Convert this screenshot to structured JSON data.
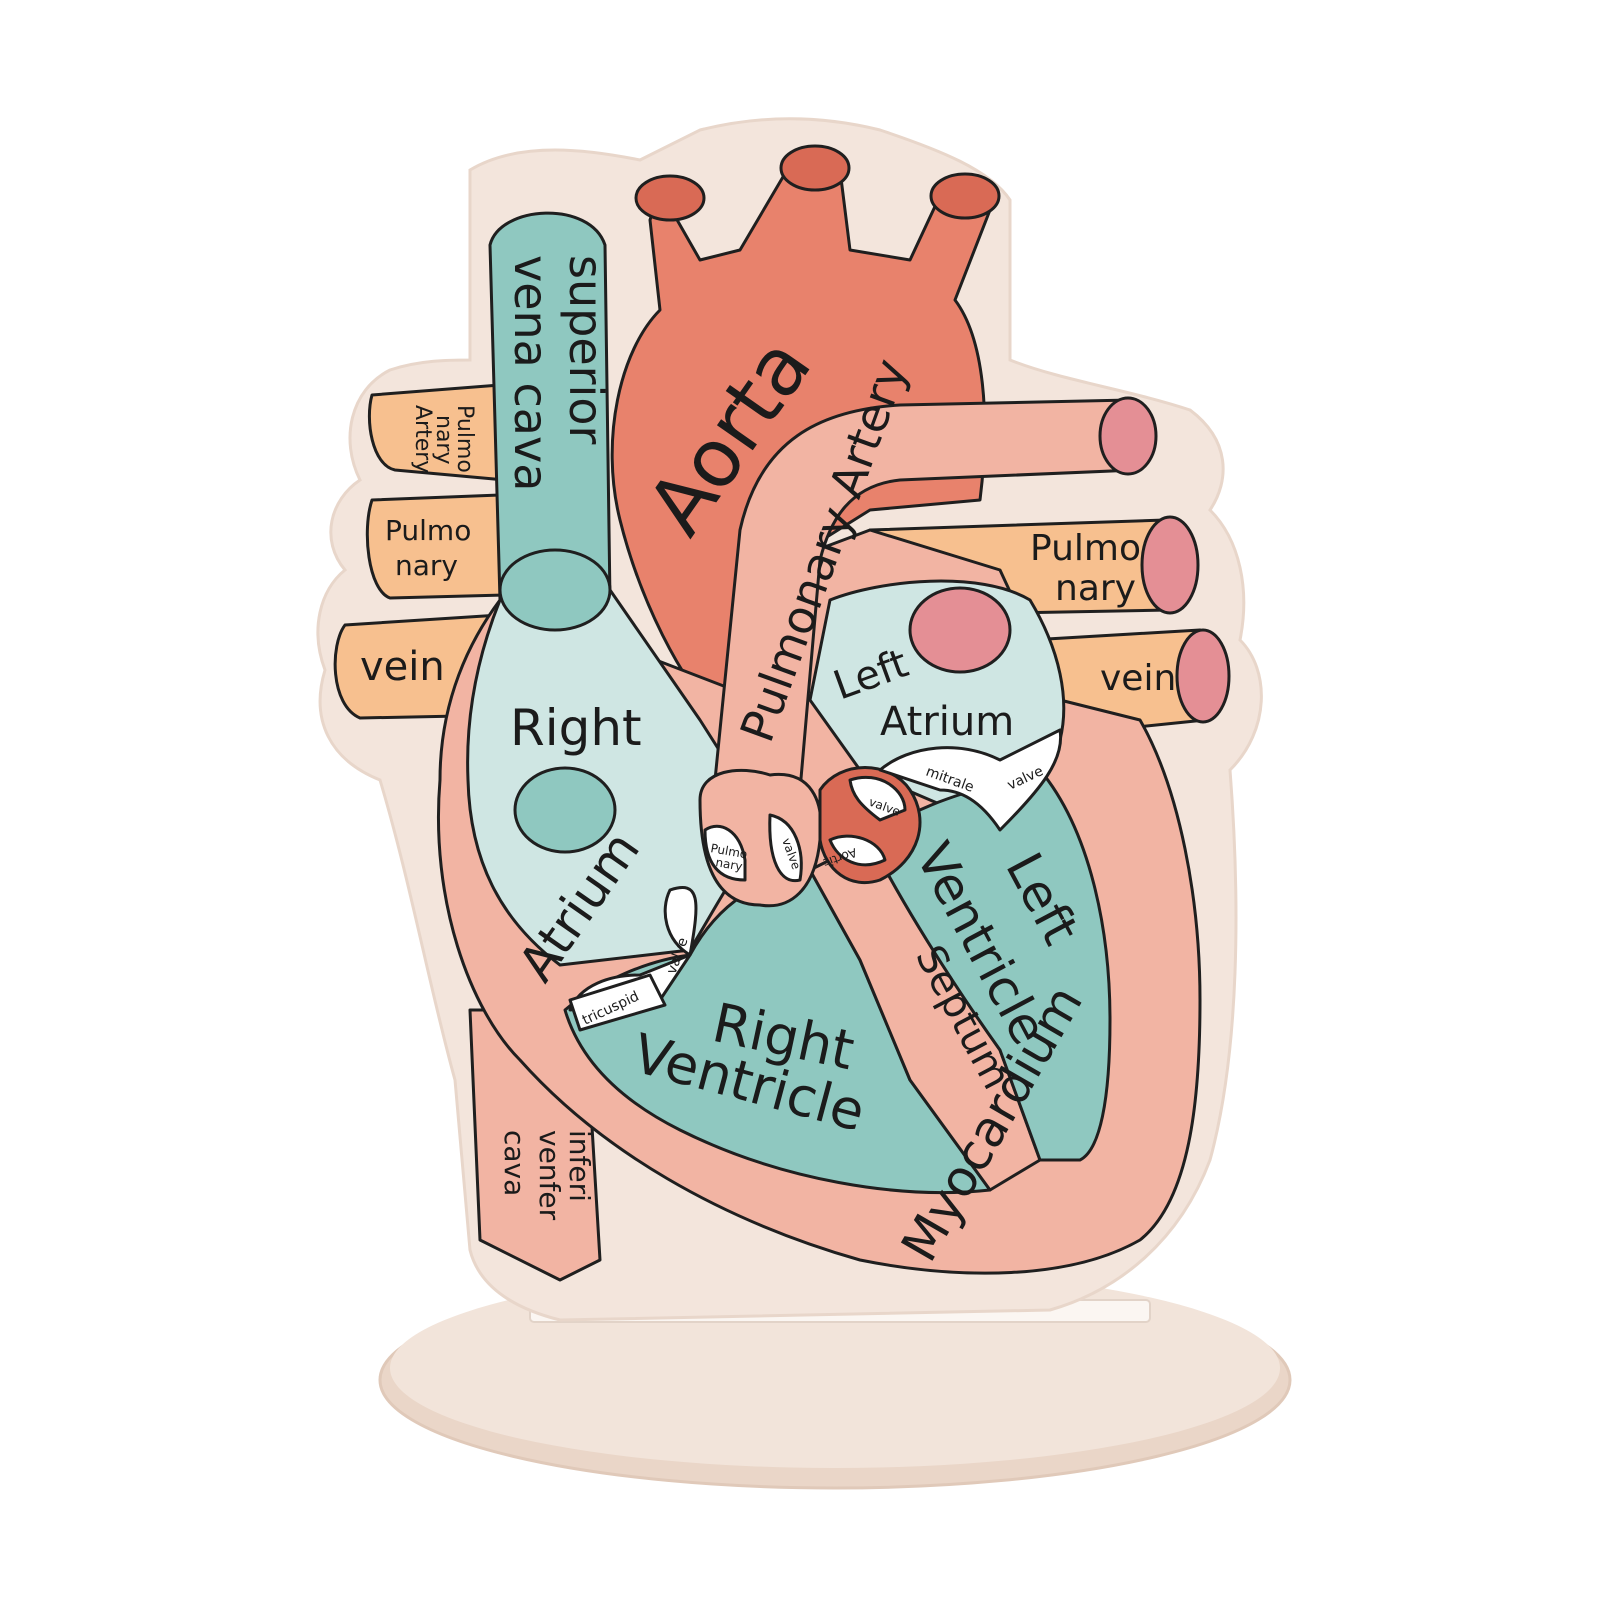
{
  "labels": {
    "aorta": "Aorta",
    "svc_line1": "superior",
    "svc_line2": "vena cava",
    "pulmonary_artery": "Pulmonary Artery",
    "left_pa_line1": "Pulmo",
    "left_pa_line2": "nary",
    "left_pa_line3": "Artery",
    "left_pv_top_line1": "Pulmo",
    "left_pv_top_line2": "nary",
    "left_pv_bottom": "vein",
    "right_pv_top_line1": "Pulmo",
    "right_pv_top_line2": "nary",
    "right_pv_bottom": "vein",
    "right_atrium_line1": "Right",
    "right_atrium_line2": "Atrium",
    "left_atrium_line1": "Left",
    "left_atrium_line2": "Atrium",
    "right_ventricle_line1": "Right",
    "right_ventricle_line2": "Ventricle",
    "left_ventricle_line1": "Left",
    "left_ventricle_line2": "Ventricle",
    "septum": "Septum",
    "myocardium": "Myocardium",
    "ivc_line1": "inferi",
    "ivc_line2": "venfer",
    "ivc_line3": "cava",
    "tricuspid": "tricuspid",
    "tricuspid_valve": "valve",
    "mitral": "mitrale",
    "mitral_valve": "valve",
    "pulm_valve_line1": "Pulmo",
    "pulm_valve_line2": "nary",
    "pulm_valve_word": "valve",
    "aortic_valve_word": "valve",
    "aortic_word": "Aortic"
  },
  "colors": {
    "aorta": "#e8826c",
    "aorta_dark": "#d96a55",
    "pink": "#f2b4a3",
    "pink_light": "#f6c9b8",
    "peach": "#f7c08f",
    "teal": "#8fc8c0",
    "teal_light": "#cfe6e3",
    "rose": "#e48f95",
    "acrylic": "#f3e5dc",
    "base": "#ead6c8"
  }
}
